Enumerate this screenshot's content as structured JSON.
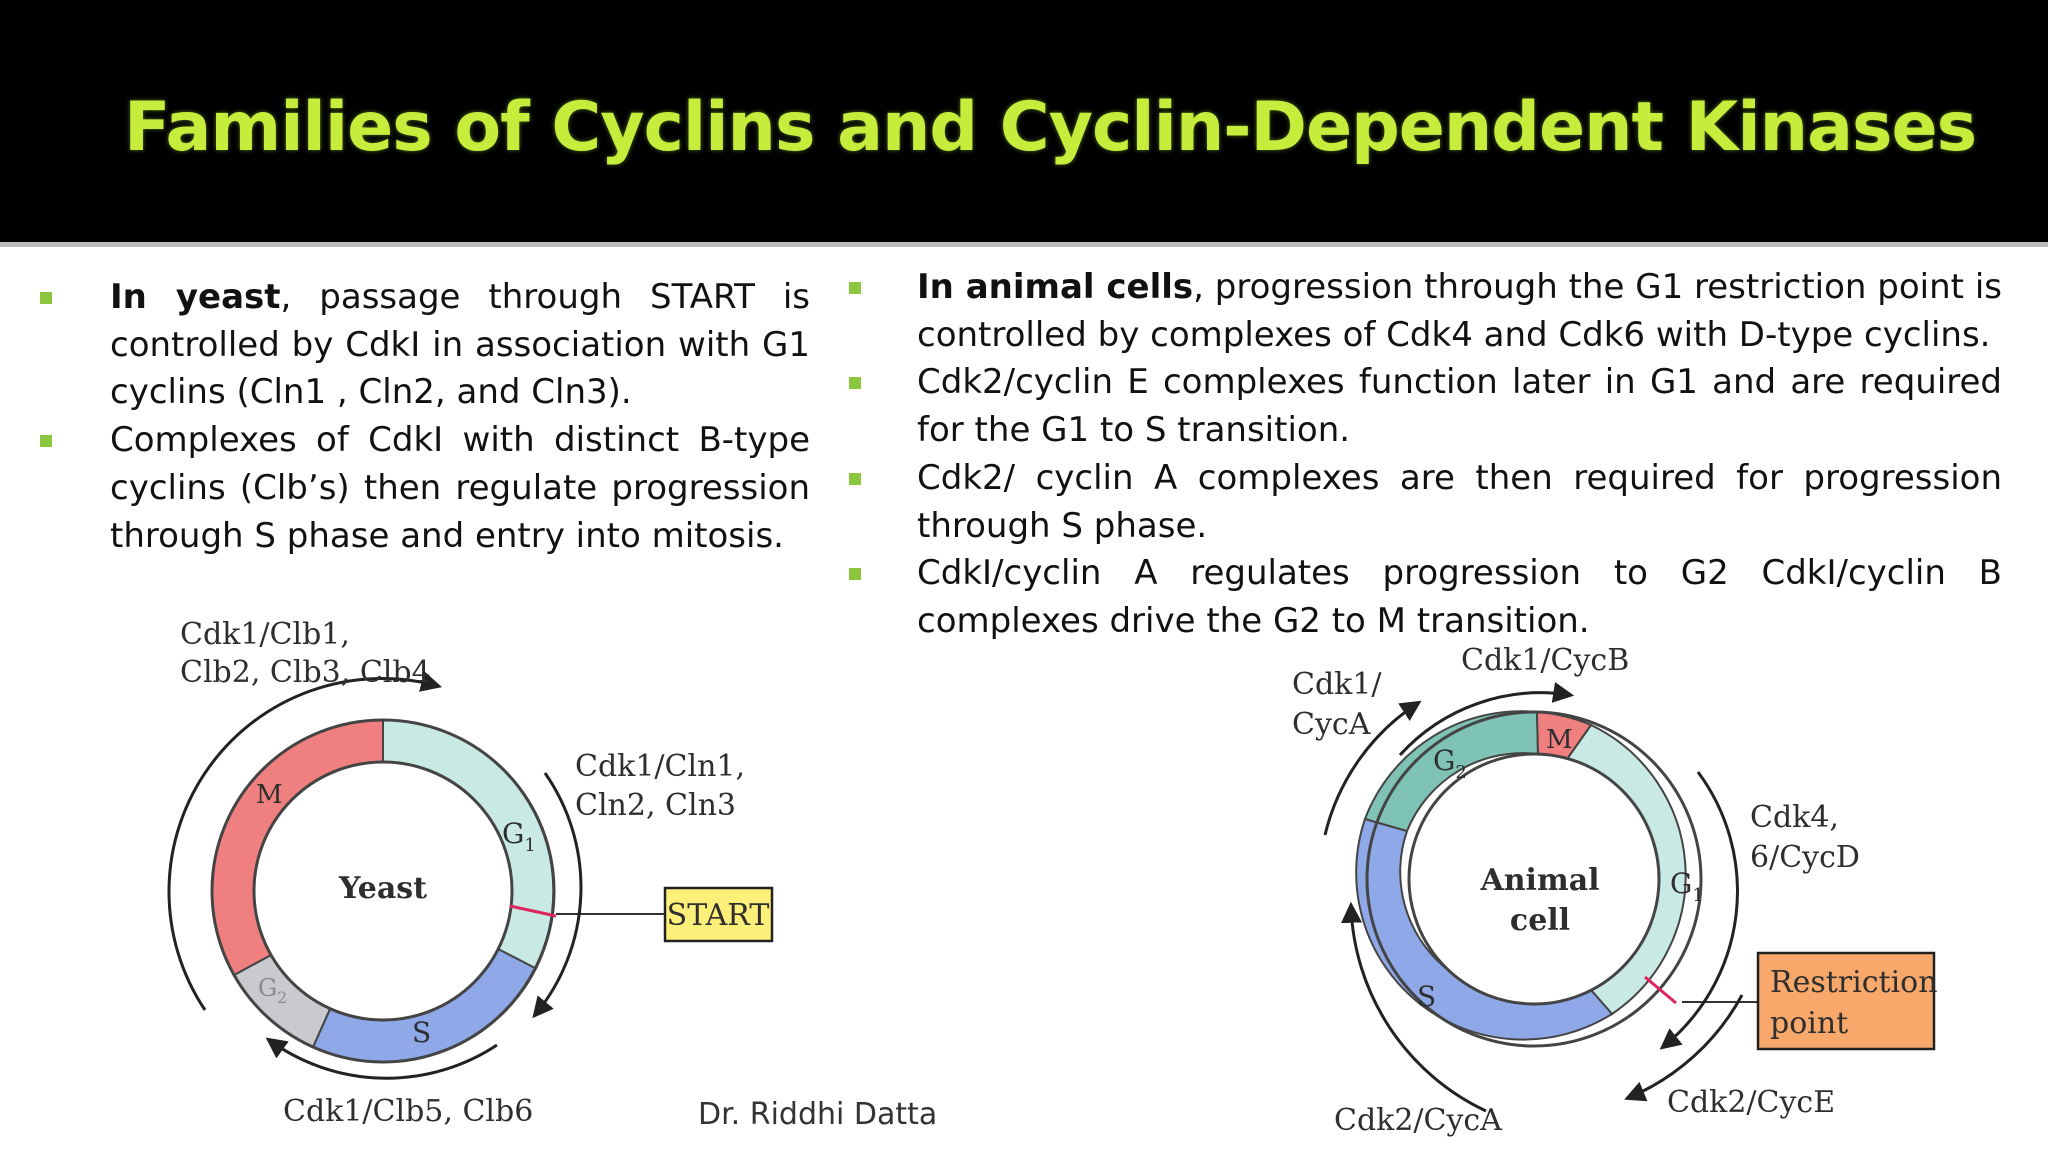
{
  "slide": {
    "title": "Families of Cyclins and Cyclin-Dependent Kinases",
    "footer": "Dr. Riddhi Datta",
    "colors": {
      "header_background": "#000000",
      "title": "#c6ec3c",
      "bullet": "#8cc63f",
      "m_phase": "#f08080",
      "g1_phase": "#c9e9e4",
      "s_phase": "#8ea8e8",
      "g2_yeast": "#c9cacd",
      "g2_animal": "#7fc3b7",
      "start_box": "#fdf07a",
      "restriction_box": "#f8a86a"
    }
  },
  "left_bullets": [
    {
      "bold": "In yeast",
      "rest": ", passage through START is controlled by CdkI in association with G1 cyclins (Cln1 , Cln2, and Cln3)."
    },
    {
      "bold": "",
      "rest": "Complexes of CdkI with distinct B-type cyclins (Clb’s) then regulate progression through S phase and entry into mitosis."
    }
  ],
  "right_bullets": [
    {
      "bold": "In animal cells",
      "rest": ", progression through the G1 restriction point is controlled by complexes of Cdk4 and Cdk6 with D-type cyclins."
    },
    {
      "bold": "",
      "rest": "Cdk2/cyclin E complexes function later in G1 and are required for the G1 to S transition."
    },
    {
      "bold": "",
      "rest": "Cdk2/ cyclin A complexes are then required for progression through S phase."
    },
    {
      "bold": "",
      "rest": "CdkI/cyclin A regulates progression to G2 CdkI/cyclin B complexes drive the G2 to M transition."
    }
  ],
  "yeast_diagram": {
    "center": "Yeast",
    "phases": {
      "m": "M",
      "g1": "G",
      "g1_sub": "1",
      "s": "S",
      "g2": "G",
      "g2_sub": "2"
    },
    "clb1_line1": "Cdk1/Clb1,",
    "clb1_line2": "Clb2, Clb3, Clb4",
    "cln_line1": "Cdk1/Cln1,",
    "cln_line2": "Cln2, Cln3",
    "clb5": "Cdk1/Clb5, Clb6",
    "start": "START"
  },
  "animal_diagram": {
    "center_line1": "Animal",
    "center_line2": "cell",
    "phases": {
      "m": "M",
      "g1": "G",
      "g1_sub": "1",
      "s": "S",
      "g2": "G",
      "g2_sub": "2"
    },
    "cyca_top_line1": "Cdk1/",
    "cyca_top_line2": "CycA",
    "cycb": "Cdk1/CycB",
    "cycd_line1": "Cdk4,",
    "cycd_line2": "6/CycD",
    "cyce": "Cdk2/CycE",
    "cyca_bottom": "Cdk2/CycA",
    "restriction_line1": "Restriction",
    "restriction_line2": "point"
  }
}
